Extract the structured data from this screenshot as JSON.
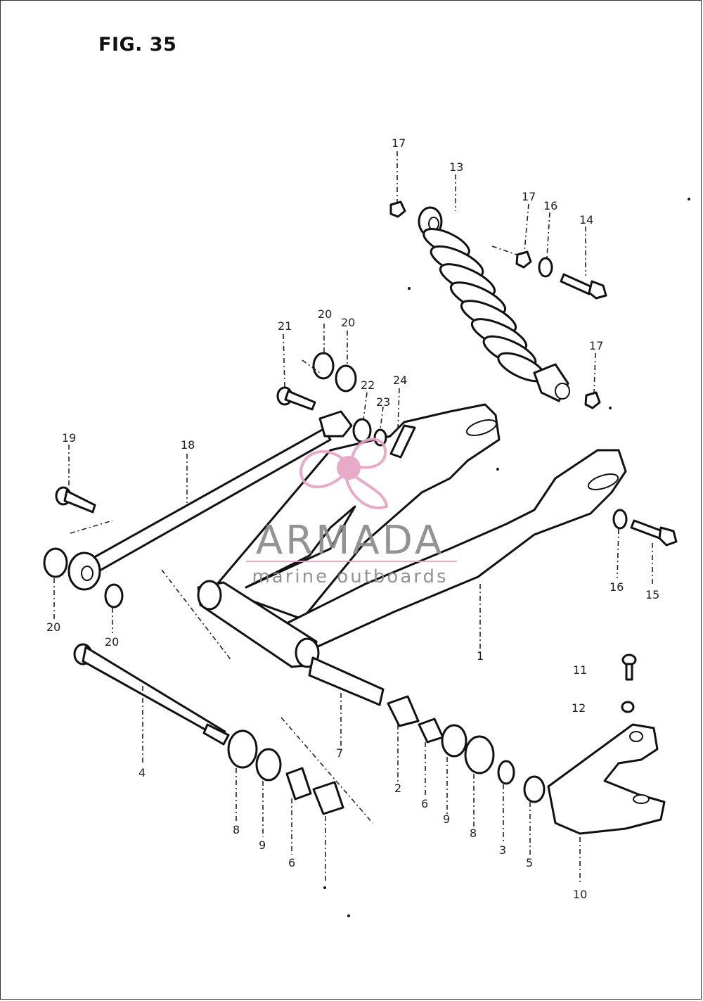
{
  "figure": {
    "title": "FIG. 35"
  },
  "callouts": [
    {
      "label": "17"
    },
    {
      "label": "13"
    },
    {
      "label": "17"
    },
    {
      "label": "16"
    },
    {
      "label": "14"
    },
    {
      "label": "20"
    },
    {
      "label": "20"
    },
    {
      "label": "21"
    },
    {
      "label": "22"
    },
    {
      "label": "24"
    },
    {
      "label": "23"
    },
    {
      "label": "17"
    },
    {
      "label": "19"
    },
    {
      "label": "18"
    },
    {
      "label": "20"
    },
    {
      "label": "20"
    },
    {
      "label": "16"
    },
    {
      "label": "15"
    },
    {
      "label": "1"
    },
    {
      "label": "11"
    },
    {
      "label": "12"
    },
    {
      "label": "4"
    },
    {
      "label": "7"
    },
    {
      "label": "2"
    },
    {
      "label": "6"
    },
    {
      "label": "9"
    },
    {
      "label": "8"
    },
    {
      "label": "3"
    },
    {
      "label": "5"
    },
    {
      "label": "8"
    },
    {
      "label": "9"
    },
    {
      "label": "6"
    },
    {
      "label": "10"
    }
  ],
  "watermark": {
    "brand": "ARMADA",
    "tagline": "marine outboards",
    "color": "#e8a3c4",
    "text_color": "#8a8a8a"
  }
}
